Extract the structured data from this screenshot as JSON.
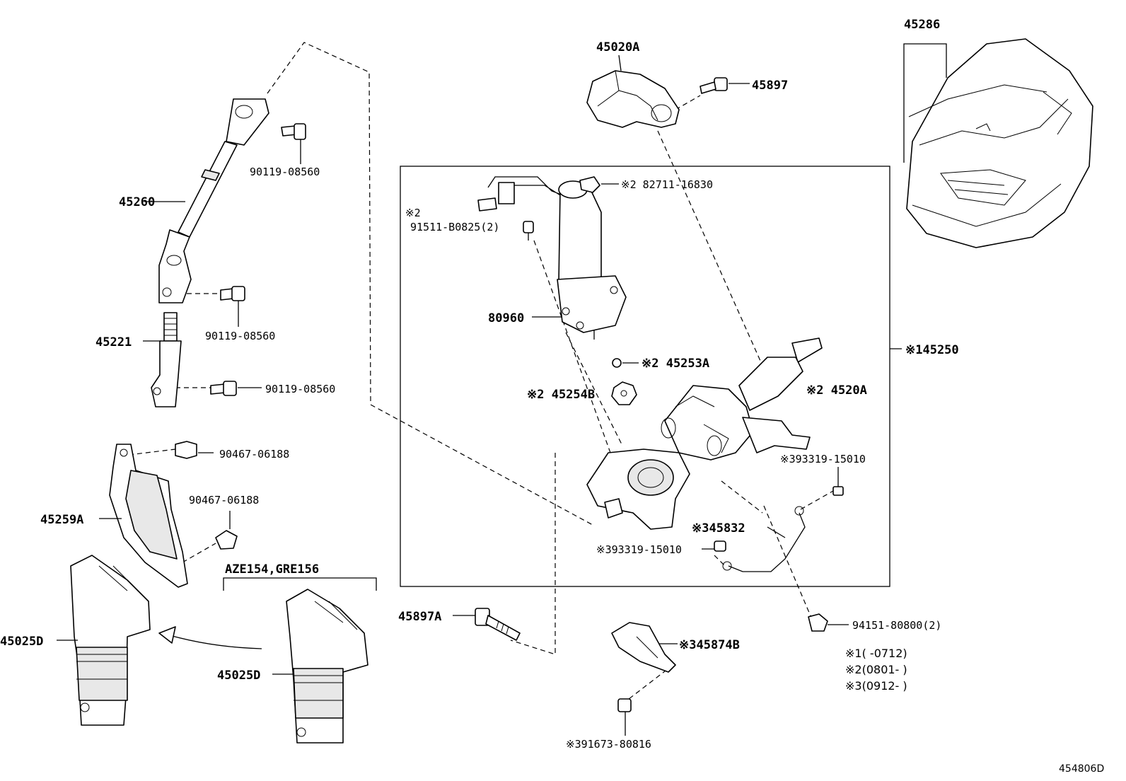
{
  "labels": {
    "l45286": "45286",
    "l45020A": "45020A",
    "l45897": "45897",
    "l90119_a": "90119-08560",
    "l45260": "45260",
    "l82711": "※2 82711-16830",
    "l2_mark": "※2",
    "l91511": "91511-B0825(2)",
    "l90119_b": "90119-08560",
    "l45221": "45221",
    "l80960": "80960",
    "l45253A": "※2 45253A",
    "l145250": "※145250",
    "l45254B": "※2 45254B",
    "l4520A": "※2 4520A",
    "l90119_c": "90119-08560",
    "l90467_a": "90467-06188",
    "l393319_a": "※393319-15010",
    "l90467_b": "90467-06188",
    "l45259A": "45259A",
    "l45832": "※345832",
    "l393319_b": "※393319-15010",
    "lAZE": "AZE154,GRE156",
    "l45025D_a": "45025D",
    "l45897A": "45897A",
    "l94151": "94151-80800(2)",
    "l45874B": "※345874B",
    "l45025D_b": "45025D",
    "l391673": "※391673-80816",
    "ref": "454806D"
  },
  "notes": [
    "※1(      -0712)",
    "※2(0801-      )",
    "※3(0912-      )"
  ]
}
